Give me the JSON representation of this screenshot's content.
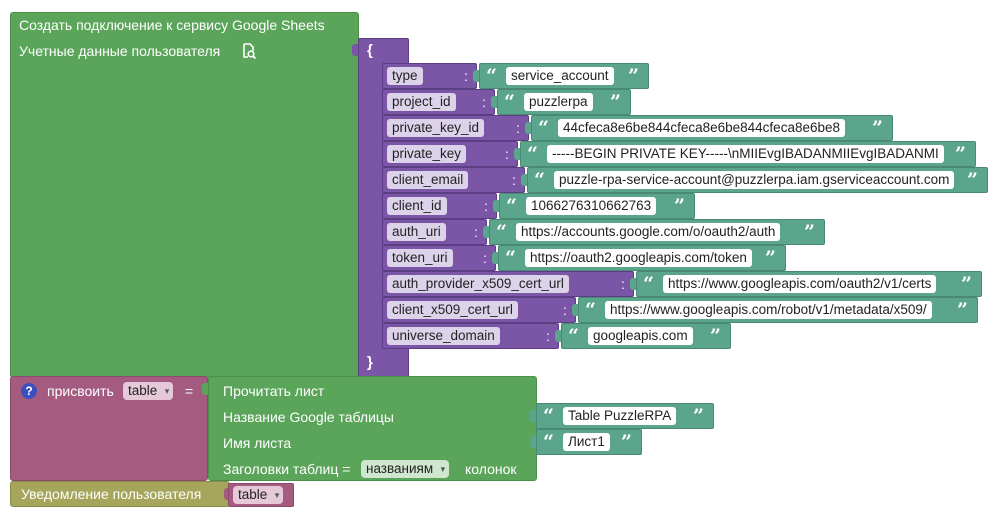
{
  "connect_block": {
    "title": "Создать подключение к сервису Google Sheets",
    "credentials_label": "Учетные данные пользователя",
    "credentials_icon": "file-search-icon",
    "dict_open": "{",
    "dict_close": "}"
  },
  "credentials": [
    {
      "key": "type",
      "value": "service_account"
    },
    {
      "key": "project_id",
      "value": "puzzlerpa"
    },
    {
      "key": "private_key_id",
      "value": "44cfeca8e6be844cfeca8e6be844cfeca8e6be8"
    },
    {
      "key": "private_key",
      "value": "-----BEGIN PRIVATE KEY-----\\nMIIEvgIBADANMIIEvgIBADANMI"
    },
    {
      "key": "client_email",
      "value": "puzzle-rpa-service-account@puzzlerpa.iam.gserviceaccount.com"
    },
    {
      "key": "client_id",
      "value": "1066276310662763"
    },
    {
      "key": "auth_uri",
      "value": "https://accounts.google.com/o/oauth2/auth"
    },
    {
      "key": "token_uri",
      "value": "https://oauth2.googleapis.com/token"
    },
    {
      "key": "auth_provider_x509_cert_url",
      "value": "https://www.googleapis.com/oauth2/v1/certs"
    },
    {
      "key": "client_x509_cert_url",
      "value": "https://www.googleapis.com/robot/v1/metadata/x509/"
    },
    {
      "key": "universe_domain",
      "value": "googleapis.com"
    }
  ],
  "assign_block": {
    "help": "?",
    "label": "присвоить",
    "variable": "table",
    "equals": "="
  },
  "read_sheet_block": {
    "title": "Прочитать лист",
    "spreadsheet_label": "Название Google таблицы",
    "spreadsheet_value": "Table PuzzleRPA",
    "sheet_label": "Имя листа",
    "sheet_value": "Лист1",
    "headers_label": "Заголовки таблиц =",
    "headers_option": "названиям",
    "headers_suffix": "колонок"
  },
  "notify_block": {
    "label": "Уведомление пользователя",
    "variable": "table"
  },
  "colors": {
    "sheets_green": "#5ba55b",
    "dict_purple": "#7b56a6",
    "string_teal": "#5ba58c",
    "variable_maroon": "#a55b80",
    "notify_olive": "#a5a55b"
  }
}
